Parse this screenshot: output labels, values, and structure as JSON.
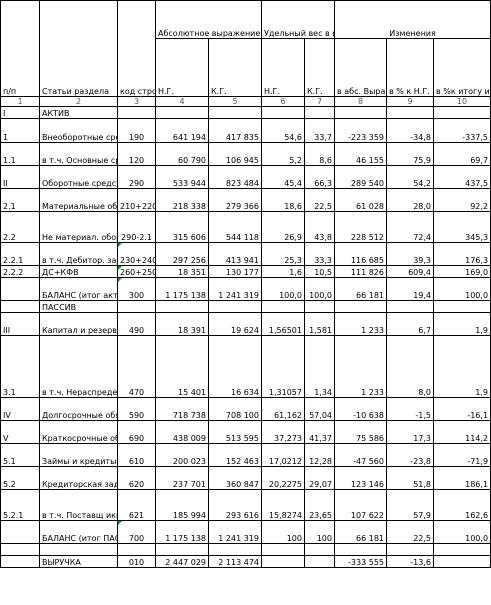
{
  "headers": {
    "np": "п/п",
    "statya": "Статьи раздела",
    "kod": "код строки",
    "abs_group": "Абсолютное выражение, тыс.руб.",
    "ud_group": "Удельный вес в итоге баланса",
    "izm_group": "Изменения",
    "ng": "Н.Г.",
    "kg": "К.Г.",
    "ud_ng": "Н.Г.",
    "ud_kg": "К.Г.",
    "abs_change": "в абс. Выражен ии",
    "pct_ng": "в % к Н.Г.",
    "pct_total": "в %к итогу изменен ия баланса"
  },
  "col_numbers": [
    "1",
    "2",
    "3",
    "4",
    "5",
    "6",
    "7",
    "8",
    "9",
    "10"
  ],
  "rows": [
    {
      "np": "I",
      "name": "АКТИВ",
      "code": "",
      "ng": "",
      "kg": "",
      "ud_ng": "",
      "ud_kg": "",
      "abs": "",
      "pct": "",
      "tot": ""
    },
    {
      "np": "1",
      "name": "Внеоборотные средства",
      "code": "190",
      "ng": "641 194",
      "kg": "417 835",
      "ud_ng": "54,6",
      "ud_kg": "33,7",
      "abs": "-223 359",
      "pct": "-34,8",
      "tot": "-337,5"
    },
    {
      "np": "1.1",
      "name": "в т.ч. Основные средства",
      "code": "120",
      "ng": "60 790",
      "kg": "106 945",
      "ud_ng": "5,2",
      "ud_kg": "8,6",
      "abs": "46 155",
      "pct": "75,9",
      "tot": "69,7"
    },
    {
      "np": "II",
      "name": "Оборотные средства",
      "code": "290",
      "ng": "533 944",
      "kg": "823 484",
      "ud_ng": "45,4",
      "ud_kg": "66,3",
      "abs": "289 540",
      "pct": "54,2",
      "tot": "437,5"
    },
    {
      "np": "2.1",
      "name": "Материальные оборотные средства",
      "code": "210+220",
      "ng": "218 338",
      "kg": "279 366",
      "ud_ng": "18,6",
      "ud_kg": "22,5",
      "abs": "61 028",
      "pct": "28,0",
      "tot": "92,2"
    },
    {
      "np": "2.2",
      "name": "Не материал. оборотные средства",
      "code": "290-2.1",
      "ng": "315 606",
      "kg": "544 118",
      "ud_ng": "26,9",
      "ud_kg": "43,8",
      "abs": "228 512",
      "pct": "72,4",
      "tot": "345,3"
    },
    {
      "np": "2.2.1",
      "name": "в т.ч. Дебитор. задолженность",
      "code": "230+240",
      "ng": "297 256",
      "kg": "413 941",
      "ud_ng": "25,3",
      "ud_kg": "33,3",
      "abs": "116 685",
      "pct": "39,3",
      "tot": "176,3"
    },
    {
      "np": "2.2.2",
      "name": "ДС+КФВ",
      "code": "260+250",
      "ng": "18 351",
      "kg": "130 177",
      "ud_ng": "1,6",
      "ud_kg": "10,5",
      "abs": "111 826",
      "pct": "609,4",
      "tot": "169,0"
    },
    {
      "np": "",
      "name": "БАЛАНС (итог актива)",
      "code": "300",
      "ng": "1 175 138",
      "kg": "1 241 319",
      "ud_ng": "100,0",
      "ud_kg": "100,0",
      "abs": "66 181",
      "pct": "19,4",
      "tot": "100,0"
    },
    {
      "np": "",
      "name": "ПАССИВ",
      "code": "",
      "ng": "",
      "kg": "",
      "ud_ng": "",
      "ud_kg": "",
      "abs": "",
      "pct": "",
      "tot": ""
    },
    {
      "np": "III",
      "name": "Капитал и резервы",
      "code": "490",
      "ng": "18 391",
      "kg": "19 624",
      "ud_ng": "1,56501",
      "ud_kg": "1,581",
      "abs": "1 233",
      "pct": "6,7",
      "tot": "1,9"
    },
    {
      "np": "3.1",
      "name": "в т.ч. Нераспредел. Прибыль (непокрытые убытки)",
      "code": "470",
      "ng": "15 401",
      "kg": "16 634",
      "ud_ng": "1,31057",
      "ud_kg": "1,34",
      "abs": "1 233",
      "pct": "8,0",
      "tot": "1,9"
    },
    {
      "np": "IV",
      "name": "Долгосрочные обязательства",
      "code": "590",
      "ng": "718 738",
      "kg": "708 100",
      "ud_ng": "61,162",
      "ud_kg": "57,04",
      "abs": "-10 638",
      "pct": "-1,5",
      "tot": "-16,1"
    },
    {
      "np": "V",
      "name": "Краткосрочные обязательства",
      "code": "690",
      "ng": "438 009",
      "kg": "513 595",
      "ud_ng": "37,273",
      "ud_kg": "41,37",
      "abs": "75 586",
      "pct": "17,3",
      "tot": "114,2"
    },
    {
      "np": "5.1",
      "name": "Займы и кредиты",
      "code": "610",
      "ng": "200 023",
      "kg": "152 463",
      "ud_ng": "17,0212",
      "ud_kg": "12,28",
      "abs": "-47 560",
      "pct": "-23,8",
      "tot": "-71,9"
    },
    {
      "np": "5.2",
      "name": "Кредиторская задолженность",
      "code": "620",
      "ng": "237 701",
      "kg": "360 847",
      "ud_ng": "20,2275",
      "ud_kg": "29,07",
      "abs": "123 146",
      "pct": "51,8",
      "tot": "186,1"
    },
    {
      "np": "5.2.1",
      "name": "в т.ч. Поставщ ики и подрядчики",
      "code": "621",
      "ng": "185 994",
      "kg": "293 616",
      "ud_ng": "15,8274",
      "ud_kg": "23,65",
      "abs": "107 622",
      "pct": "57,9",
      "tot": "162,6"
    },
    {
      "np": "",
      "name": "БАЛАНС (итог ПАССИВА)",
      "code": "700",
      "ng": "1 175 138",
      "kg": "1 241 319",
      "ud_ng": "100",
      "ud_kg": "100",
      "abs": "66 181",
      "pct": "22,5",
      "tot": "100,0"
    },
    {
      "np": "",
      "name": "",
      "code": "",
      "ng": "",
      "kg": "",
      "ud_ng": "",
      "ud_kg": "",
      "abs": "",
      "pct": "",
      "tot": ""
    },
    {
      "np": "",
      "name": "ВЫРУЧКА",
      "code": "010",
      "ng": "2 447 029",
      "kg": "2 113 474",
      "ud_ng": "",
      "ud_kg": "",
      "abs": "-333 555",
      "pct": "-13,6",
      "tot": ""
    }
  ]
}
